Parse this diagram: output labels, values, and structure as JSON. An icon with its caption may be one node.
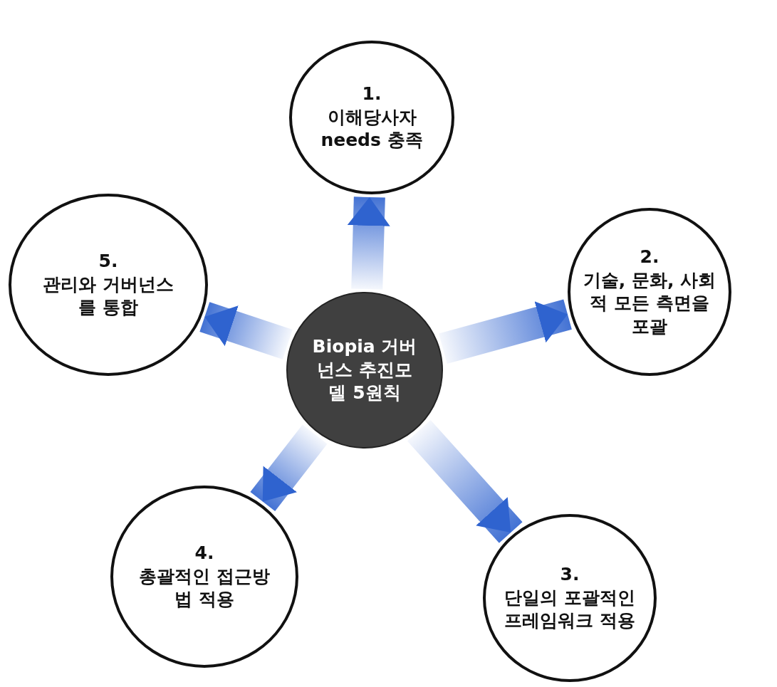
{
  "diagram": {
    "nodes": [
      {
        "text": [
          "Biopia 거버넌스 추진모델 5원칙"
        ]
      },
      {
        "text": [
          "1.",
          "이해당사자 needs 충족"
        ]
      },
      {
        "text": [
          "2.",
          "기술, 문화, 사회적 모든 측면을 포괄"
        ]
      },
      {
        "text": [
          "3.",
          "단일의 포괄적인 프레임워크 적용"
        ]
      },
      {
        "text": [
          "4.",
          "총괄적인 접근방법 적용"
        ]
      },
      {
        "text": [
          "5.",
          "관리와 거버넌스를 통합"
        ]
      }
    ],
    "edges": [
      {
        "from": 0,
        "to": 1,
        "arrow": "to",
        "style": "thick"
      },
      {
        "from": 0,
        "to": 2,
        "arrow": "to",
        "style": "thick"
      },
      {
        "from": 0,
        "to": 3,
        "arrow": "to",
        "style": "thick"
      },
      {
        "from": 0,
        "to": 4,
        "arrow": "to",
        "style": "thick"
      },
      {
        "from": 0,
        "to": 5,
        "arrow": "to",
        "style": "thick"
      }
    ]
  }
}
